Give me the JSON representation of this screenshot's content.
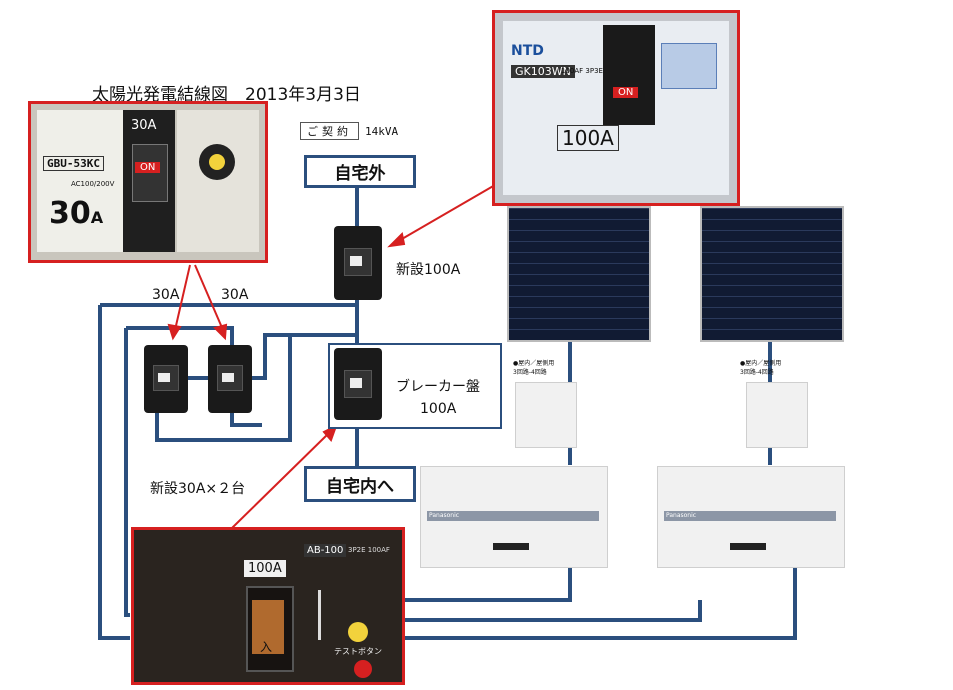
{
  "title": "太陽光発電結線図　2013年3月3日",
  "contract": {
    "label": "ご契約",
    "value": "14kVA"
  },
  "nodes": {
    "outside": "自宅外",
    "inside": "自宅内へ",
    "new_main": "新設100A",
    "breaker_panel": "ブレーカー盤",
    "breaker_panel_amp": "100A",
    "new_small": "新設30A×２台",
    "small_left": "30A",
    "small_right": "30A"
  },
  "photo_top_right": {
    "brand": "NTD",
    "model": "GK103WN",
    "rating": "100A",
    "spec": "100AF 3P3E",
    "on_label": "ON"
  },
  "photo_top_left": {
    "model": "GBU-53KC",
    "rating": "30A",
    "unit": "A",
    "rating_number": "30",
    "on_label": "ON",
    "spec": "AC100/200V"
  },
  "photo_bottom": {
    "rating": "100A",
    "model_badge": "AB-100",
    "spec": "3P2E 100AF",
    "switch_label": "入",
    "test_label": "テストボタン"
  },
  "solar": {
    "left_unit_label": "●屋内／屋側用\n3回路-4回路",
    "right_unit_label": "●屋内／屋側用\n3回路-4回路",
    "brand": "Panasonic"
  },
  "colors": {
    "wire": "#2b4f7e",
    "frame": "#d62020",
    "arrow": "#d62020"
  }
}
